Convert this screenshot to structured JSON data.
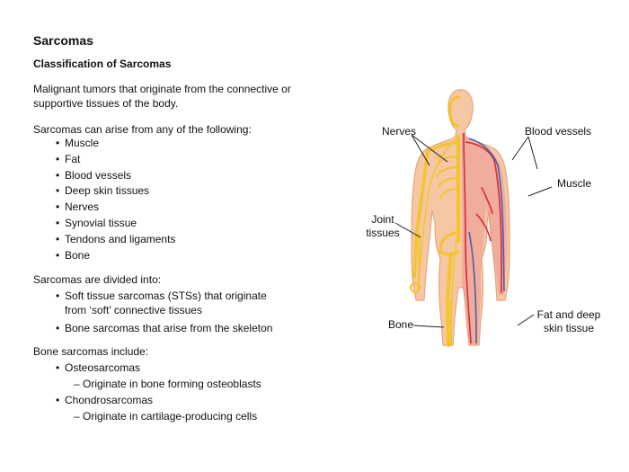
{
  "title": "Sarcomas",
  "subtitle": "Classification of Sarcomas",
  "intro": "Malignant tumors that originate from the connective or supportive tissues of the body.",
  "arise": {
    "heading": "Sarcomas can arise from any of the following:",
    "items": [
      "Muscle",
      "Fat",
      "Blood vessels",
      "Deep skin tissues",
      "Nerves",
      "Synovial tissue",
      "Tendons and ligaments",
      "Bone"
    ]
  },
  "divided": {
    "heading": "Sarcomas are divided into:",
    "items": [
      "Soft tissue sarcomas (STSs) that originate from ‘soft’ connective tissues",
      "Bone sarcomas that arise from the skeleton"
    ]
  },
  "bone": {
    "heading": "Bone sarcomas include:",
    "osteo": "Osteosarcomas",
    "osteo_sub": "Originate in bone forming osteoblasts",
    "chondro": "Chondrosarcomas",
    "chondro_sub": "Originate in cartilage-producing cells"
  },
  "figure": {
    "labels": {
      "nerves": "Nerves",
      "blood_vessels": "Blood vessels",
      "muscle": "Muscle",
      "joint_tissues": "Joint tissues",
      "bone": "Bone",
      "fat_skin": "Fat and deep skin tissue"
    },
    "colors": {
      "skin": "#f6c7a3",
      "skin_edge": "#e9a57d",
      "bone": "#f2c52d",
      "artery": "#d9283a",
      "vein": "#4d5fb0",
      "muscle": "#e57f8f"
    }
  }
}
